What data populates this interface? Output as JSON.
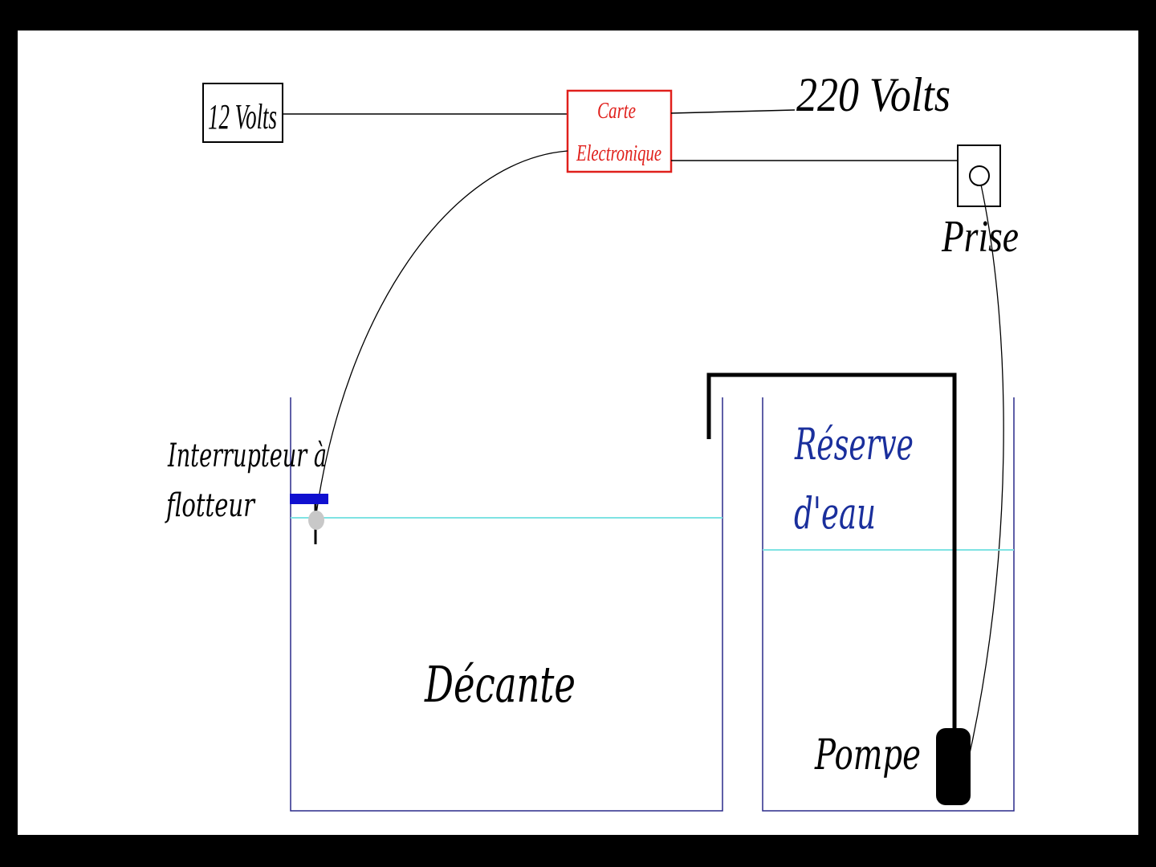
{
  "diagram": {
    "labels": {
      "volts12": "12 Volts",
      "card_line1": "Carte",
      "card_line2": "Electronique",
      "volts220": "220 Volts",
      "outlet": "Prise",
      "float_switch_line1": "Interrupteur à",
      "float_switch_line2": "flotteur",
      "settling_tank": "Décante",
      "reserve_line1": "Réserve",
      "reserve_line2": "d'eau",
      "pump": "Pompe"
    },
    "colors": {
      "background": "#ffffff",
      "frame": "#000000",
      "card_border": "#e0201c",
      "card_text": "#e0201c",
      "reserve_text": "#1a2f9c",
      "tank_wall": "#2a2a8a",
      "water_line": "#7fe3e3",
      "float_bar": "#1010d0",
      "float_ball": "#c8c8c8",
      "pipe": "#000000",
      "wire": "#000000"
    }
  }
}
